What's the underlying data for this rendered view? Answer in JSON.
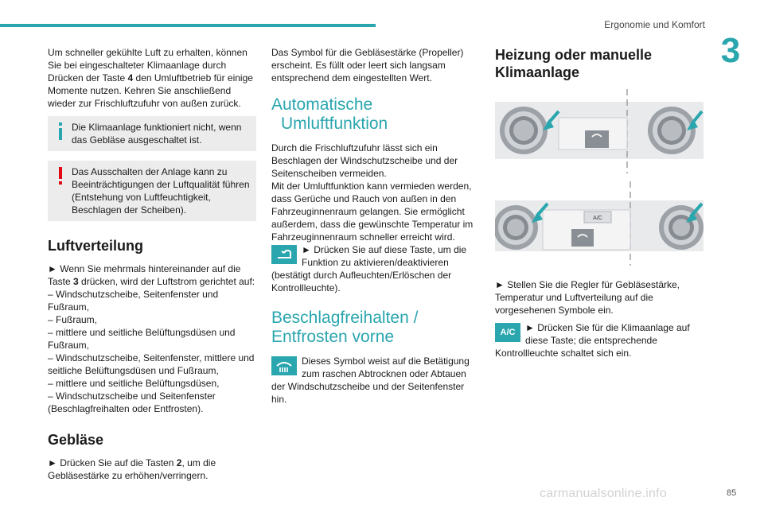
{
  "header": {
    "section": "Ergonomie und Komfort",
    "chapter": "3",
    "page": "85"
  },
  "watermark": "carmanualsonline.info",
  "col1": {
    "intro": [
      "Um schneller gekühlte Luft zu erhalten, können Sie bei eingeschalteter Klimaanlage durch Drücken der Taste ",
      "4",
      " den Umluftbetrieb für einige Momente nutzen. Kehren Sie anschließend wieder zur Frischluftzufuhr von außen zurück."
    ],
    "info_note": "Die Klimaanlage funktioniert nicht, wenn das Gebläse ausgeschaltet ist.",
    "warn_note": "Das Ausschalten der Anlage kann zu Beeinträchtigungen der Luftqualität führen (Entstehung von Luftfeuchtigkeit, Beschlagen der Scheiben).",
    "h_luft": "Luftverteilung",
    "luft_step": [
      "► Wenn Sie mehrmals hintereinander auf die Taste ",
      "3",
      " drücken, wird der Luftstrom gerichtet auf:"
    ],
    "luft_list": [
      "– Windschutzscheibe, Seitenfenster und Fußraum,",
      "– Fußraum,",
      "– mittlere und seitliche Belüftungsdüsen und Fußraum,",
      "– Windschutzscheibe, Seitenfenster, mittlere und seitliche Belüftungsdüsen und Fußraum,",
      "– mittlere und seitliche Belüftungsdüsen,",
      "– Windschutzscheibe und Seitenfenster (Beschlagfreihalten oder Entfrosten)."
    ],
    "h_geb": "Gebläse",
    "geb_step": [
      "► Drücken Sie auf die Tasten ",
      "2",
      ", um die Gebläsestärke zu erhöhen/verringern."
    ]
  },
  "col2": {
    "intro": "Das Symbol für die Gebläsestärke (Propeller) erscheint. Es füllt oder leert sich langsam entsprechend dem eingestellten Wert.",
    "h_auto_1": "Automatische",
    "h_auto_2": "Umluftfunktion",
    "auto_text": "Durch die Frischluftzufuhr lässt sich ein Beschlagen der Windschutzscheibe und der Seitenscheiben vermeiden.",
    "auto_text2": "Mit der Umluftfunktion kann vermieden werden, dass Gerüche und Rauch von außen in den Fahrzeuginnenraum gelangen. Sie ermöglicht außerdem, dass die gewünschte Temperatur im Fahrzeuginnenraum schneller erreicht wird.",
    "auto_step": "► Drücken Sie auf diese Taste, um die Funktion zu aktivieren/deaktivieren (bestätigt durch Aufleuchten/Erlöschen der Kontrollleuchte).",
    "h_besch_1": "Beschlagfreihalten /",
    "h_besch_2": "Entfrosten vorne",
    "besch_text": "Dieses Symbol weist auf die Betätigung zum raschen Abtrocknen oder Abtauen der Windschutzscheibe und der Seitenfenster hin."
  },
  "col3": {
    "h_heiz_1": "Heizung oder manuelle",
    "h_heiz_2": "Klimaanlage",
    "panel_ac_label": "A/C",
    "step1": "► Stellen Sie die Regler für Gebläsestärke, Temperatur und Luftverteilung auf die vorgesehenen Symbole ein.",
    "ac_icon": "A/C",
    "step2": "► Drücken Sie für die Klimaanlage auf diese Taste; die entsprechende Kontrollleuchte schaltet sich ein."
  },
  "colors": {
    "accent": "#2aa6ae",
    "warn": "#e30613",
    "note_bg": "#ececec"
  }
}
